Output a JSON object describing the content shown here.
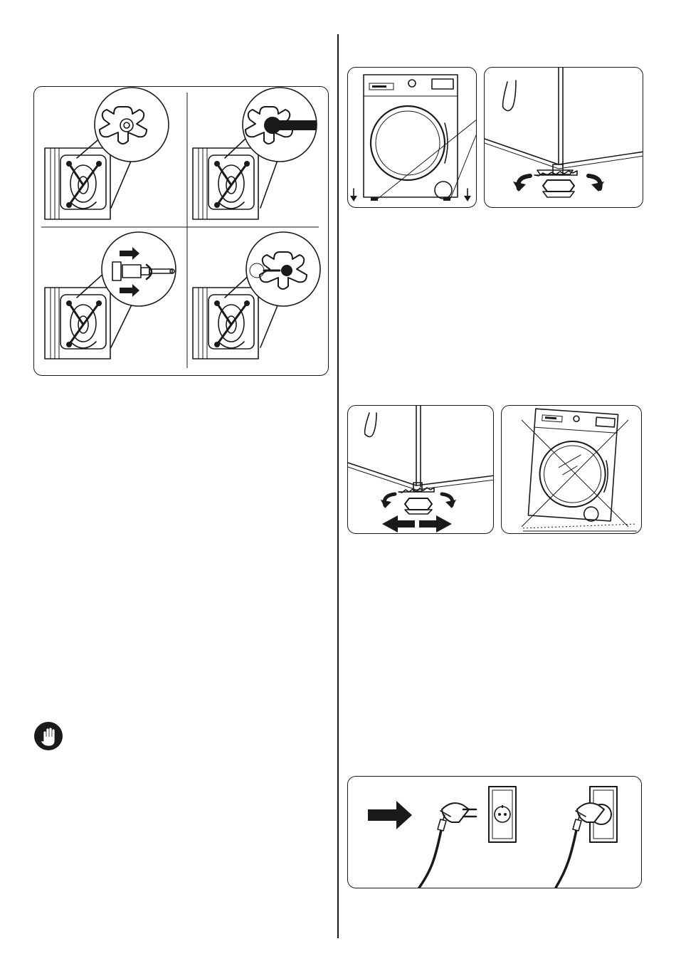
{
  "page": {
    "column_divider": true
  },
  "icons": {
    "transport_bolts_panel": "transport-bolt-removal-illustration",
    "warning_hand": "hand-stop-icon",
    "leveling_panel": "machine-leveling-illustration",
    "foot_adjust_panel": "foot-adjustment-illustration",
    "tilted_machine_panel": "tilted-machine-crossed-out-illustration",
    "plug_panel": "plug-into-socket-illustration"
  }
}
